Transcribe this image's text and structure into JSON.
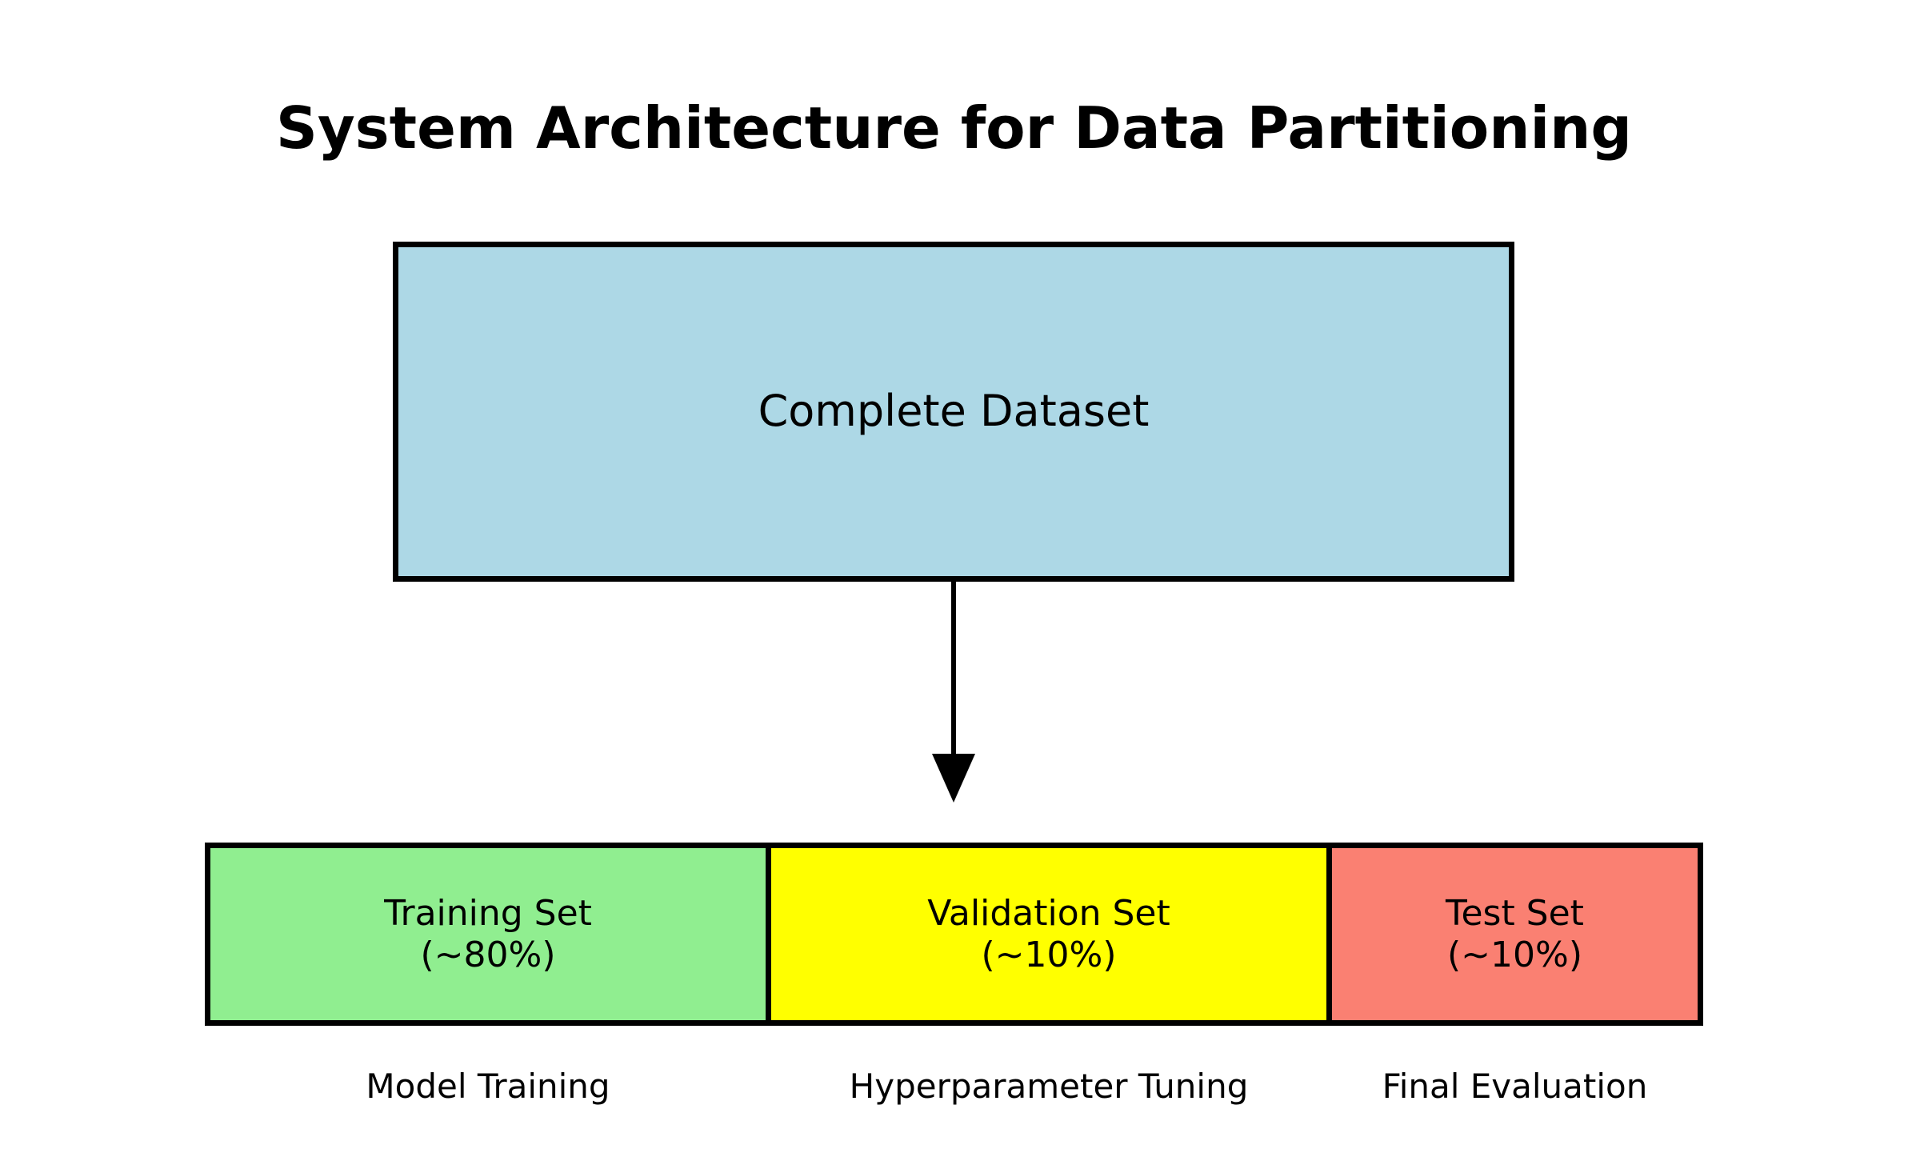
{
  "title": "System Architecture for Data Partitioning",
  "colors": {
    "background": "#FFFFFF",
    "border": "#000000",
    "arrow": "#000000",
    "dataset_fill": "#ADD8E6",
    "training_fill": "#90EE90",
    "validation_fill": "#FFFF00",
    "test_fill": "#FA8072"
  },
  "dataset_box": {
    "label": "Complete Dataset",
    "fill": "#ADD8E6"
  },
  "partitions": [
    {
      "label": "Training Set",
      "share": "(~80%)",
      "caption": "Model Training",
      "fill": "#90EE90"
    },
    {
      "label": "Validation Set",
      "share": "(~10%)",
      "caption": "Hyperparameter Tuning",
      "fill": "#FFFF00"
    },
    {
      "label": "Test Set",
      "share": "(~10%)",
      "caption": "Final Evaluation",
      "fill": "#FA8072"
    }
  ]
}
